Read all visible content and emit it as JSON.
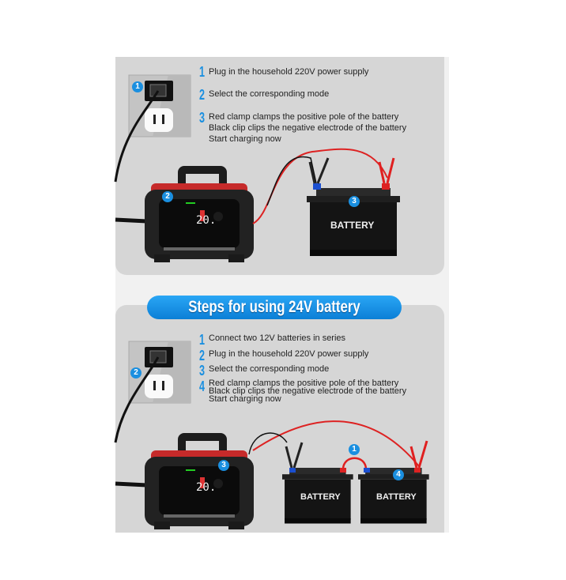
{
  "panel_12v": {
    "steps": [
      {
        "num": "1",
        "lines": [
          "Plug in the household 220V power supply"
        ]
      },
      {
        "num": "2",
        "lines": [
          "Select the corresponding mode"
        ]
      },
      {
        "num": "3",
        "lines": [
          "Red clamp clamps the positive pole of the battery",
          "Black clip clips the negative electrode of the battery",
          "Start charging now"
        ]
      }
    ],
    "badges": [
      "1",
      "2",
      "3"
    ],
    "battery_label": "BATTERY",
    "display_value": "20."
  },
  "panel_24v": {
    "title": "Steps for using 24V battery",
    "steps": [
      {
        "num": "1",
        "lines": [
          "Connect two 12V batteries in series"
        ]
      },
      {
        "num": "2",
        "lines": [
          "Plug in the household 220V power supply"
        ]
      },
      {
        "num": "3",
        "lines": [
          "Select the corresponding mode"
        ]
      },
      {
        "num": "4",
        "lines": [
          "Red clamp clamps the positive pole of the battery",
          "Black clip clips the negative electrode of the battery",
          "Start charging now"
        ]
      }
    ],
    "badges": [
      "2",
      "3",
      "1",
      "4"
    ],
    "battery_labels": [
      "BATTERY",
      "BATTERY"
    ],
    "display_value": "20."
  },
  "colors": {
    "accent": "#1a8fe0",
    "panel": "#d6d6d6",
    "red": "#e02020"
  }
}
